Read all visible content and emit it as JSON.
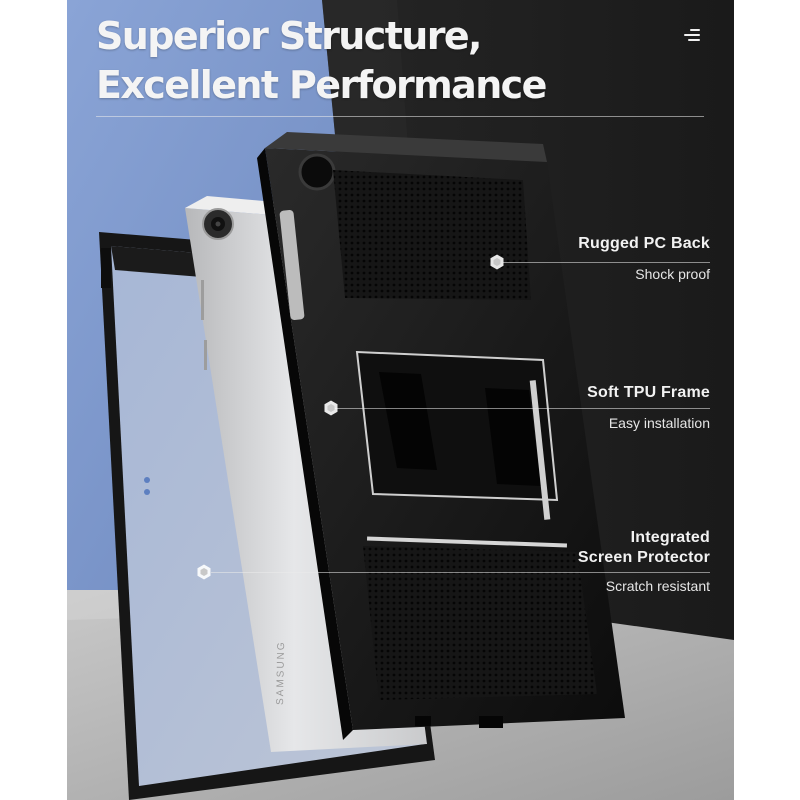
{
  "header": {
    "title_line1": "Superior Structure,",
    "title_line2": "Excellent Performance"
  },
  "menu": {
    "icon": "menu-lines-icon"
  },
  "features": [
    {
      "name_line1": "Rugged PC Back",
      "name_line2": "",
      "description": "Shock proof"
    },
    {
      "name_line1": "Soft TPU Frame",
      "name_line2": "",
      "description": "Easy installation"
    },
    {
      "name_line1": "Integrated",
      "name_line2": "Screen Protector",
      "description": "Scratch resistant"
    }
  ],
  "product": {
    "brand_text": "SAMSUNG"
  },
  "colors": {
    "left_panel_blue": "#7b96c9",
    "dark_background": "#242424",
    "floor_grey": "#b9b9b9",
    "case_black": "#121212",
    "tablet_silver": "#d8d9db",
    "text": "#f2f2f2"
  }
}
